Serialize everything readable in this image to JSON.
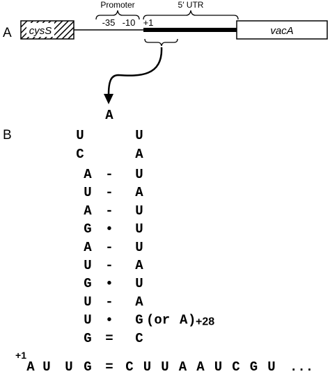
{
  "panel_a": {
    "label": "A",
    "gene_left": "cysS",
    "gene_right": "vacA",
    "promoter_label": "Promoter",
    "minus35": "-35",
    "minus10": "-10",
    "plus1": "+1",
    "utr_label": "5′ UTR"
  },
  "panel_b": {
    "label": "B",
    "loop_top": "A",
    "loop_left": [
      "U",
      "C"
    ],
    "loop_right": [
      "U",
      "A"
    ],
    "stem": [
      {
        "left": "A",
        "bond": "-",
        "right": "U"
      },
      {
        "left": "U",
        "bond": "-",
        "right": "A"
      },
      {
        "left": "A",
        "bond": "-",
        "right": "U"
      },
      {
        "left": "G",
        "bond": "•",
        "right": "U"
      },
      {
        "left": "A",
        "bond": "-",
        "right": "U"
      },
      {
        "left": "U",
        "bond": "-",
        "right": "A"
      },
      {
        "left": "G",
        "bond": "•",
        "right": "U"
      },
      {
        "left": "U",
        "bond": "-",
        "right": "A"
      },
      {
        "left": "U",
        "bond": "•",
        "right": "G"
      },
      {
        "left": "G",
        "bond": "=",
        "right": "C"
      }
    ],
    "wobble_note_open": "(or ",
    "wobble_note_alt": "A",
    "wobble_note_close": ")",
    "wobble_position": "+28",
    "start_label": "+1",
    "base_seq": [
      "A",
      "U",
      "U",
      "G"
    ],
    "base_bond": "=",
    "tail_seq": [
      "C",
      "U",
      "U",
      "A",
      "A",
      "U",
      "C",
      "G",
      "U"
    ],
    "ellipsis": "..."
  }
}
